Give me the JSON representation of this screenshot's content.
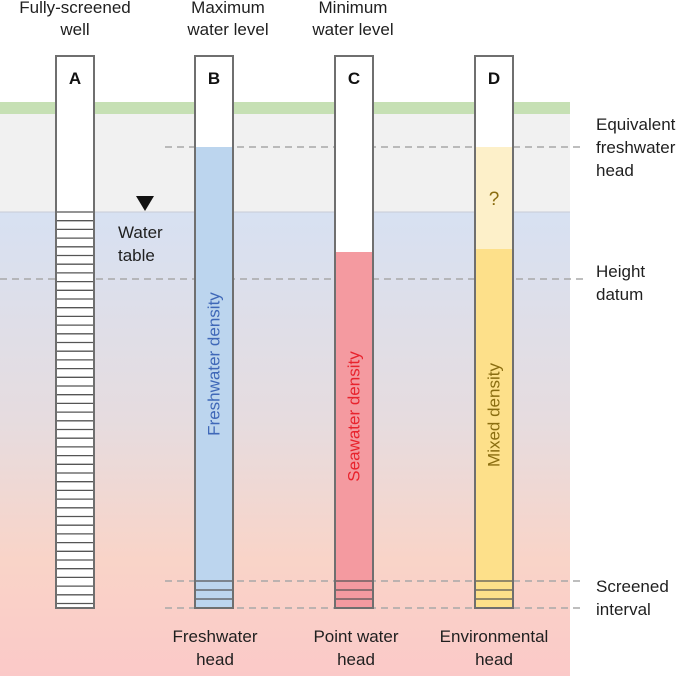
{
  "wells": [
    {
      "letter": "A",
      "header": [
        "Fully-screened",
        "well"
      ],
      "footer": [],
      "fill_label": "",
      "fill_color": ""
    },
    {
      "letter": "B",
      "header": [
        "Maximum",
        "water level"
      ],
      "footer": [
        "Freshwater",
        "head"
      ],
      "fill_label": "Freshwater density",
      "fill_color": "#bcd5ee",
      "text_color": "#3f68b8"
    },
    {
      "letter": "C",
      "header": [
        "Minimum",
        "water level"
      ],
      "footer": [
        "Point water",
        "head"
      ],
      "fill_label": "Seawater density",
      "fill_color": "#f49aa0",
      "text_color": "#e8232d"
    },
    {
      "letter": "D",
      "header": [
        "",
        ""
      ],
      "footer": [
        "Environmental",
        "head"
      ],
      "fill_label": "Mixed density",
      "fill_color": "#fde08a",
      "text_color": "#8a6d10",
      "unknown_mark": "?"
    }
  ],
  "annotations": {
    "water_table": [
      "Water",
      "table"
    ],
    "equivalent_head": [
      "Equivalent",
      "freshwater",
      "head"
    ],
    "height_datum": [
      "Height",
      "datum"
    ],
    "screened_interval": [
      "Screened",
      "interval"
    ]
  },
  "colors": {
    "ground": "#c6e0b4",
    "unsaturated": "#f1f1f1",
    "groundwater_top": "#d7e1f2",
    "groundwater_bottom": "#fbc9c8",
    "tube_outline": "#6f6f6f",
    "dashed": "#a8a8a8"
  }
}
